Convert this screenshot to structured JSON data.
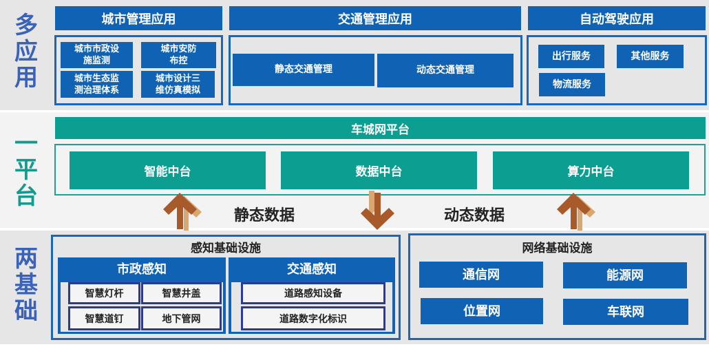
{
  "layers": {
    "applications": {
      "label_chars": [
        "多",
        "应",
        "用"
      ],
      "groups": [
        {
          "title": "城市管理应用",
          "items": [
            "城市市政设施监测",
            "城市安防布控",
            "城市生态监测治理体系",
            "城市设计三维仿真模拟"
          ],
          "item_lines": [
            [
              "城市市政设",
              "施监测"
            ],
            [
              "城市安防",
              "布控"
            ],
            [
              "城市生态监",
              "测治理体系"
            ],
            [
              "城市设计三",
              "维仿真模拟"
            ]
          ]
        },
        {
          "title": "交通管理应用",
          "items": [
            "静态交通管理",
            "动态交通管理"
          ]
        },
        {
          "title": "自动驾驶应用",
          "items": [
            "出行服务",
            "其他服务",
            "物流服务"
          ]
        }
      ]
    },
    "platform": {
      "label_chars": [
        "一",
        "平",
        "台"
      ],
      "title": "车城网平台",
      "items": [
        "智能中台",
        "数据中台",
        "算力中台"
      ],
      "flows": [
        {
          "label": "静态数据",
          "direction": "up"
        },
        {
          "label": "动态数据",
          "direction": "down-up"
        }
      ]
    },
    "infrastructure": {
      "label_chars": [
        "两",
        "基",
        "础"
      ],
      "perception": {
        "title": "感知基础设施",
        "municipal": {
          "title": "市政感知",
          "items": [
            "智慧灯杆",
            "智慧井盖",
            "智慧道钉",
            "地下管网"
          ]
        },
        "traffic": {
          "title": "交通感知",
          "items": [
            "道路感知设备",
            "道路数字化标识"
          ]
        }
      },
      "network": {
        "title": "网络基础设施",
        "items": [
          "通信网",
          "能源网",
          "位置网",
          "车联网"
        ]
      }
    }
  },
  "colors": {
    "app_blue": "#0f62b4",
    "platform_teal": "#0b9e91",
    "arrow_dark": "#a85a2a",
    "arrow_light": "#d9a871",
    "label_blue": "#3a62b8",
    "label_teal": "#159a8e"
  }
}
